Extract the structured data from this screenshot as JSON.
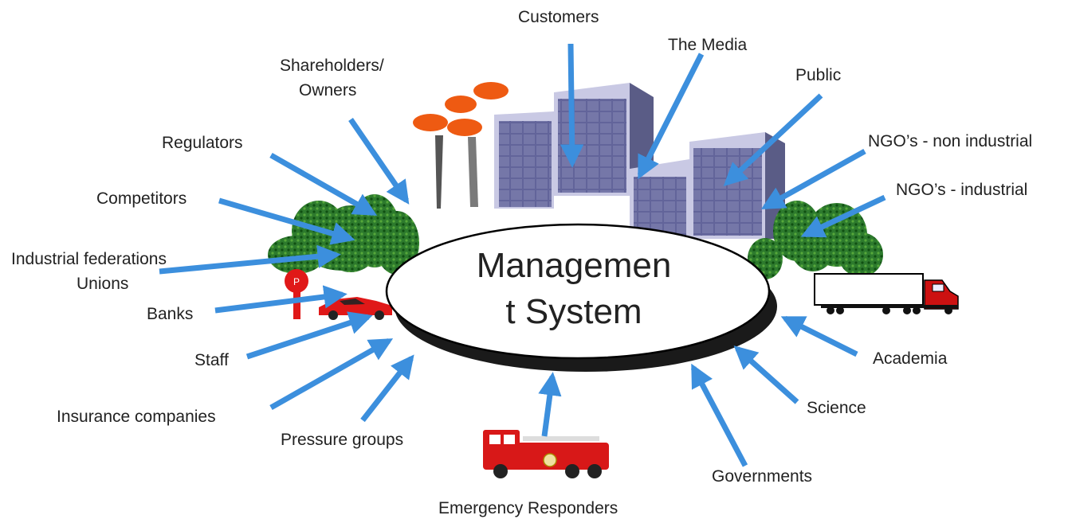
{
  "center": {
    "line1": "Managemen",
    "line2": "t System"
  },
  "stakeholders": {
    "customers": "Customers",
    "media": "The Media",
    "public": "Public",
    "ngo_non_industrial": "NGO’s - non industrial",
    "ngo_industrial": "NGO’s - industrial",
    "shareholders_line1": "Shareholders/",
    "shareholders_line2": "Owners",
    "regulators": "Regulators",
    "competitors": "Competitors",
    "federations_line1": "Industrial federations",
    "federations_line2": "Unions",
    "banks": "Banks",
    "staff": "Staff",
    "insurance": "Insurance companies",
    "pressure": "Pressure groups",
    "emergency": "Emergency Responders",
    "governments": "Governments",
    "science": "Science",
    "academia": "Academia"
  },
  "colors": {
    "arrow": "#3c8fdd",
    "building": "#6a6c96",
    "building_light": "#c8c8e6",
    "tree": "#2d7a2d",
    "smoke": "#ee5a12",
    "fire_truck": "#d81818",
    "car": "#e01818"
  },
  "icons": [
    "factory-chimney-icon",
    "office-building-icon",
    "tree-icon",
    "car-icon",
    "parking-sign-icon",
    "truck-icon",
    "fire-truck-icon"
  ]
}
